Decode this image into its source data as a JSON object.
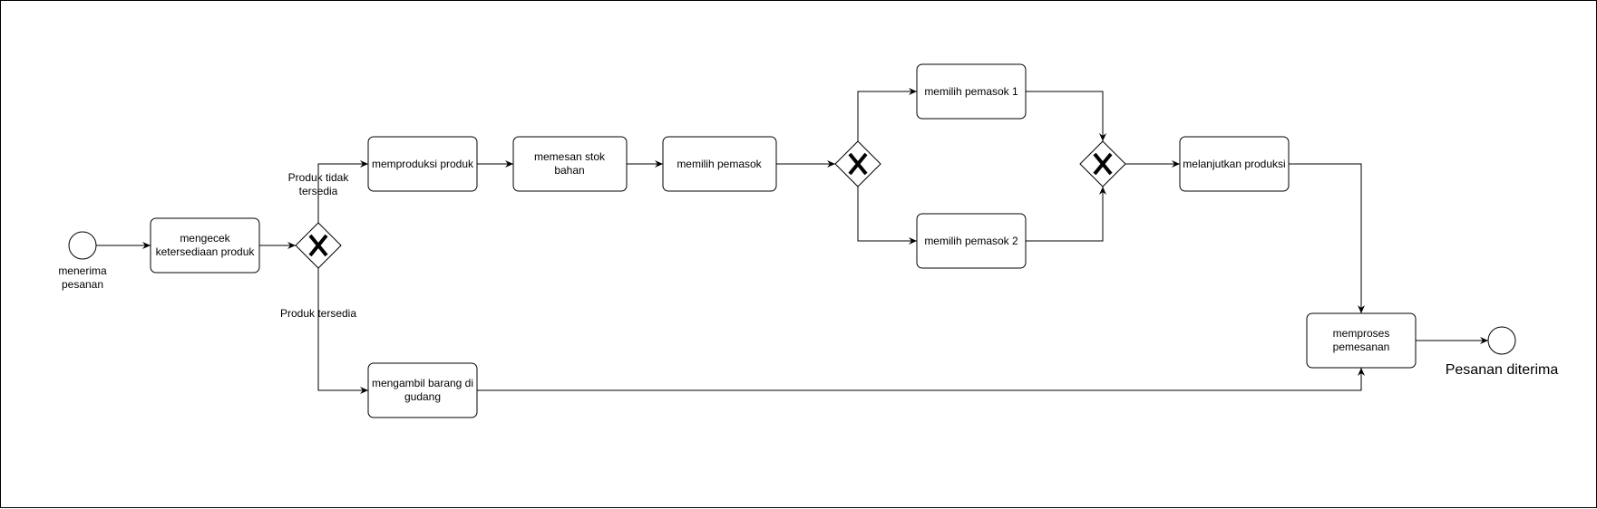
{
  "diagram": {
    "start_event": {
      "label_line1": "menerima",
      "label_line2": "pesanan"
    },
    "end_event": {
      "label": "Pesanan diterima"
    },
    "tasks": {
      "cek": {
        "line1": "mengecek",
        "line2": "ketersediaan produk"
      },
      "produksi": {
        "line1": "memproduksi produk"
      },
      "stok": {
        "line1": "memesan stok",
        "line2": "bahan"
      },
      "pemasok": {
        "line1": "memilih pemasok"
      },
      "pemasok1": {
        "line1": "memilih pemasok 1"
      },
      "pemasok2": {
        "line1": "memilih pemasok 2"
      },
      "lanjut": {
        "line1": "melanjutkan produksi"
      },
      "gudang": {
        "line1": "mengambil barang di",
        "line2": "gudang"
      },
      "proses": {
        "line1": "memproses",
        "line2": "pemesanan"
      }
    },
    "gateways": [
      "exclusive",
      "exclusive",
      "exclusive"
    ],
    "edge_labels": {
      "tidak_tersedia_1": "Produk tidak",
      "tidak_tersedia_2": "tersedia",
      "tersedia": "Produk tersedia"
    }
  }
}
